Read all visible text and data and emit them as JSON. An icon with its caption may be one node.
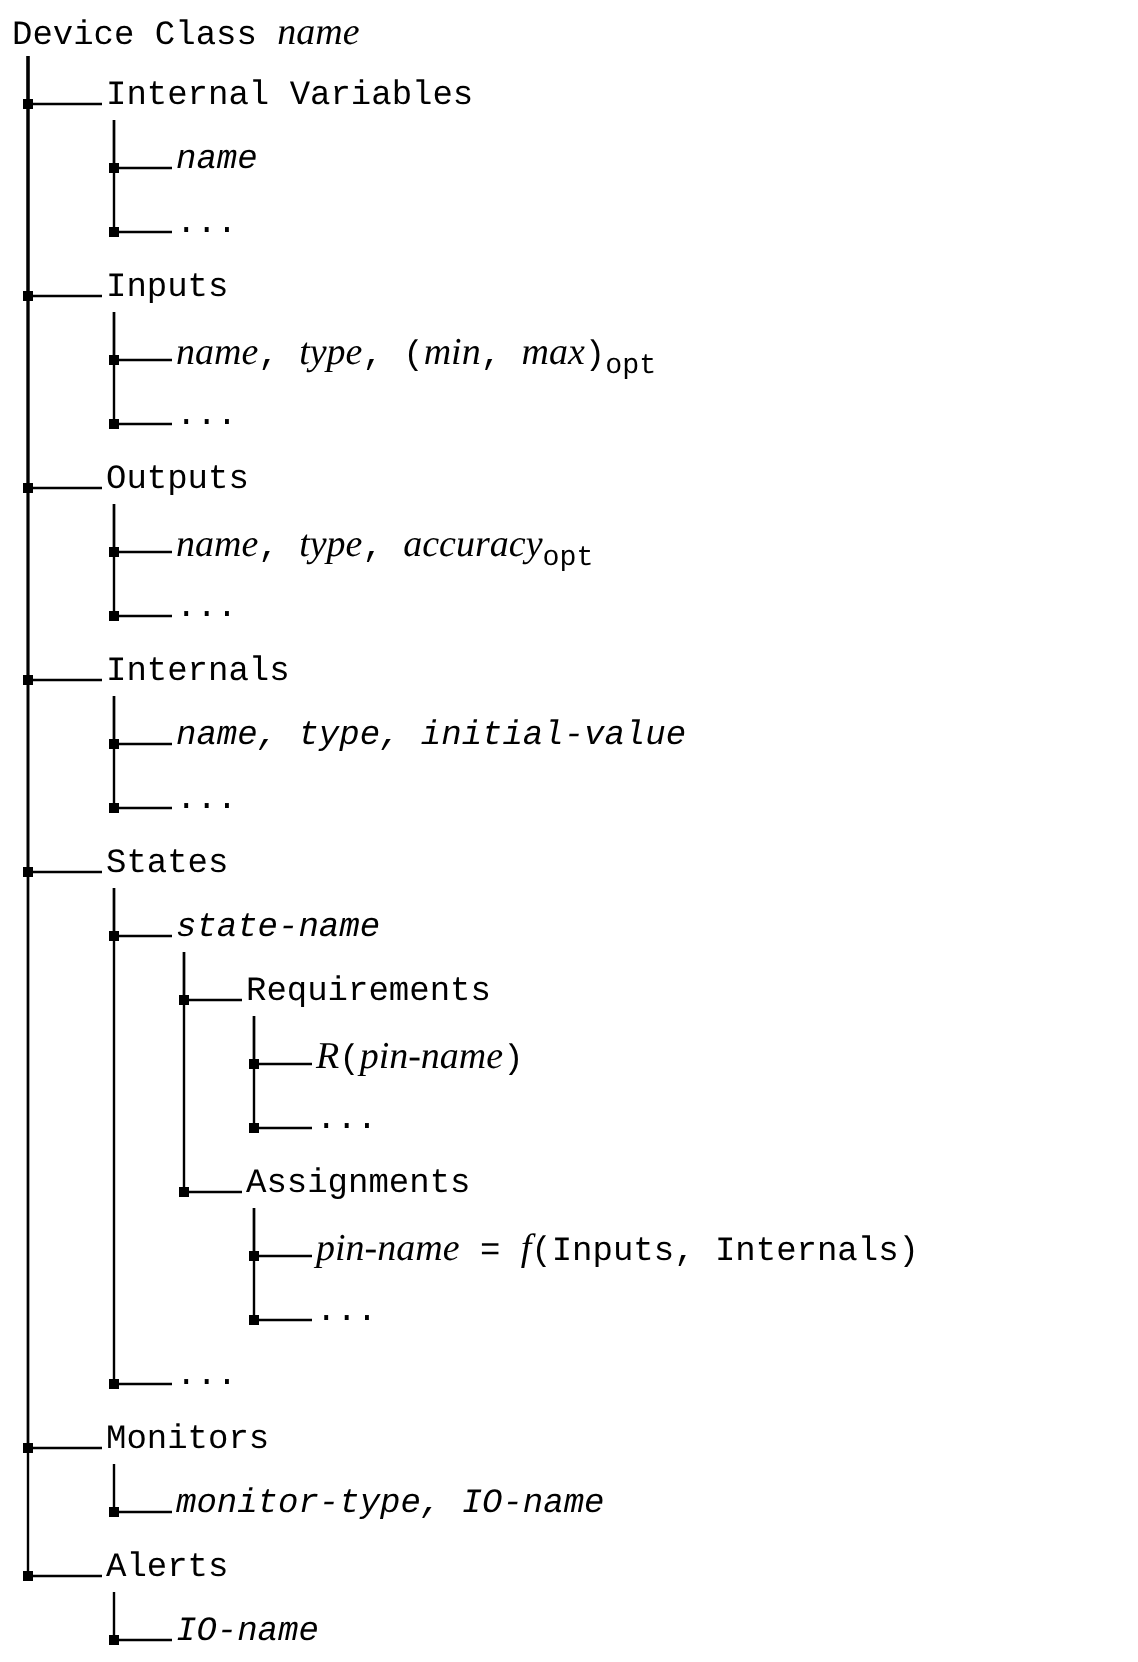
{
  "diagram": {
    "nodes": [
      {
        "text": [
          "Device Class *name*"
        ]
      },
      {
        "text": [
          "Internal Variables"
        ]
      },
      {
        "text": [
          "name"
        ]
      },
      {
        "text": [
          "..."
        ]
      },
      {
        "text": [
          "Inputs"
        ]
      },
      {
        "text": [
          "*name*, *type*, (*min*, *max*)$_{opt}$"
        ]
      },
      {
        "text": [
          "..."
        ]
      },
      {
        "text": [
          "Outputs"
        ]
      },
      {
        "text": [
          "*name*, *type*, *accuracy*$_{opt}$"
        ]
      },
      {
        "text": [
          "..."
        ]
      },
      {
        "text": [
          "Internals"
        ]
      },
      {
        "text": [
          "name, type, initial-value"
        ]
      },
      {
        "text": [
          "..."
        ]
      },
      {
        "text": [
          "States"
        ]
      },
      {
        "text": [
          "state-name"
        ]
      },
      {
        "text": [
          "Requirements"
        ]
      },
      {
        "text": [
          "*R*(*pin-name*)"
        ]
      },
      {
        "text": [
          "..."
        ]
      },
      {
        "text": [
          "Assignments"
        ]
      },
      {
        "text": [
          "*pin-name* = *f*(Inputs, Internals)"
        ]
      },
      {
        "text": [
          "..."
        ]
      },
      {
        "text": [
          "..."
        ]
      },
      {
        "text": [
          "Monitors"
        ]
      },
      {
        "text": [
          "monitor-type, IO-name"
        ]
      },
      {
        "text": [
          "Alerts"
        ]
      },
      {
        "text": [
          "IO-name"
        ]
      }
    ],
    "edges": [
      {
        "from": 0,
        "to": 1,
        "arrow": "none"
      },
      {
        "from": 1,
        "to": 2,
        "arrow": "none"
      },
      {
        "from": 1,
        "to": 3,
        "arrow": "none"
      },
      {
        "from": 0,
        "to": 4,
        "arrow": "none"
      },
      {
        "from": 4,
        "to": 5,
        "arrow": "none"
      },
      {
        "from": 4,
        "to": 6,
        "arrow": "none"
      },
      {
        "from": 0,
        "to": 7,
        "arrow": "none"
      },
      {
        "from": 7,
        "to": 8,
        "arrow": "none"
      },
      {
        "from": 7,
        "to": 9,
        "arrow": "none"
      },
      {
        "from": 0,
        "to": 10,
        "arrow": "none"
      },
      {
        "from": 10,
        "to": 11,
        "arrow": "none"
      },
      {
        "from": 10,
        "to": 12,
        "arrow": "none"
      },
      {
        "from": 0,
        "to": 13,
        "arrow": "none"
      },
      {
        "from": 13,
        "to": 14,
        "arrow": "none"
      },
      {
        "from": 14,
        "to": 15,
        "arrow": "none"
      },
      {
        "from": 15,
        "to": 16,
        "arrow": "none"
      },
      {
        "from": 15,
        "to": 17,
        "arrow": "none"
      },
      {
        "from": 14,
        "to": 18,
        "arrow": "none"
      },
      {
        "from": 18,
        "to": 19,
        "arrow": "none"
      },
      {
        "from": 18,
        "to": 20,
        "arrow": "none"
      },
      {
        "from": 13,
        "to": 21,
        "arrow": "none"
      },
      {
        "from": 0,
        "to": 22,
        "arrow": "none"
      },
      {
        "from": 22,
        "to": 23,
        "arrow": "none"
      },
      {
        "from": 0,
        "to": 24,
        "arrow": "none"
      },
      {
        "from": 24,
        "to": 25,
        "arrow": "none"
      }
    ]
  }
}
